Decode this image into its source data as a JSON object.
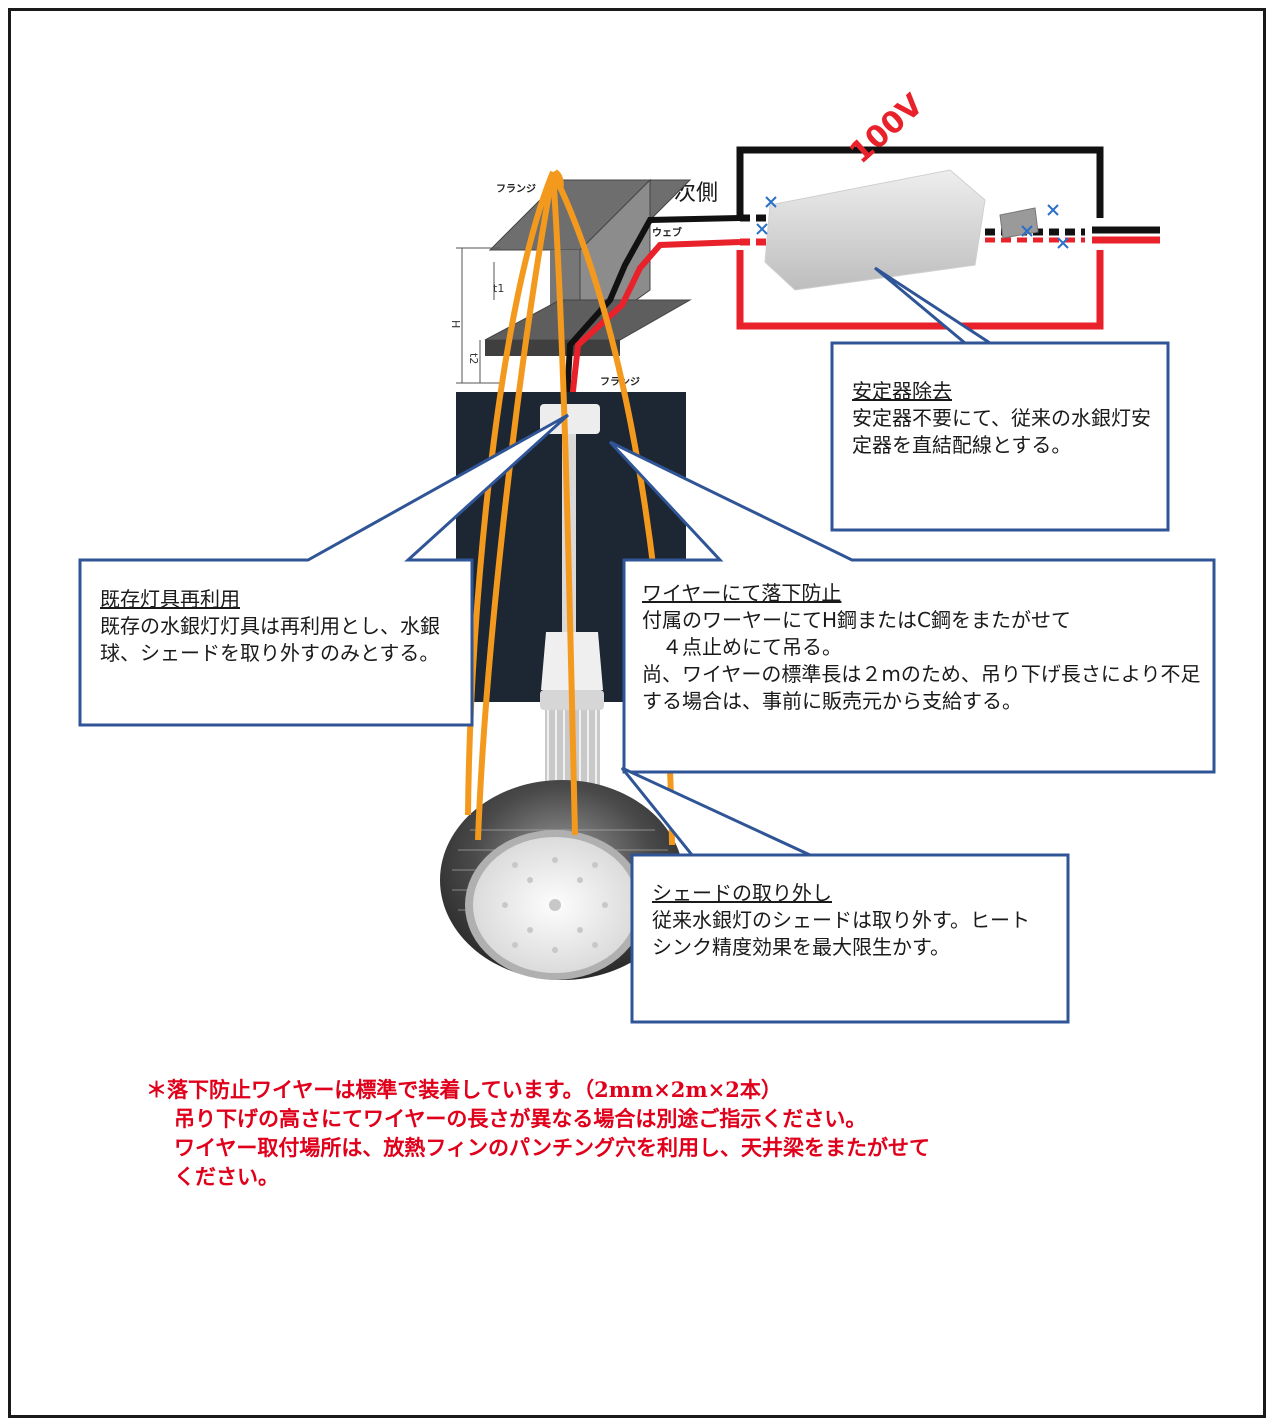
{
  "diagram": {
    "voltage_label": "100V",
    "secondary_label": "２次側",
    "flange_label_top": "フランジ",
    "flange_label_bottom": "フランジ",
    "web_label": "ウェブ",
    "dim_h": "H",
    "dim_t1": "t1",
    "dim_t2": "t2"
  },
  "callouts": {
    "ballast": {
      "title": "安定器除去",
      "body": "安定器不要にて、従来の水銀灯安定器を直結配線とする。"
    },
    "reuse": {
      "title": "既存灯具再利用",
      "body": "既存の水銀灯灯具は再利用とし、水銀球、シェードを取り外すのみとする。"
    },
    "wire": {
      "title": "ワイヤーにて落下防止",
      "body_1": "付属のワーヤーにてH鋼またはC鋼をまたがせて",
      "body_2": "４点止めにて吊る。",
      "body_3": "尚、ワイヤーの標準長は２mのため、吊り下げ長さにより不足する場合は、事前に販売元から支給する。"
    },
    "shade": {
      "title": "シェードの取り外し",
      "body": "従来水銀灯のシェードは取り外す。ヒートシンク精度効果を最大限生かす。"
    }
  },
  "notes": {
    "line1": "＊落下防止ワイヤーは標準で装着しています。（2mm×2m×2本）",
    "line2": "吊り下げの高さにてワイヤーの長さが異なる場合は別途ご指示ください。",
    "line3": "ワイヤー取付場所は、放熱フィンのパンチング穴を利用し、天井梁をまたがせて",
    "line4": "ください。"
  },
  "colors": {
    "callout_border": "#2f5597",
    "wire_orange": "#f39a1e",
    "cable_red": "#e8212a",
    "cable_black": "#111111",
    "note_red": "#e0001b",
    "marker_blue": "#2a6fc9"
  }
}
